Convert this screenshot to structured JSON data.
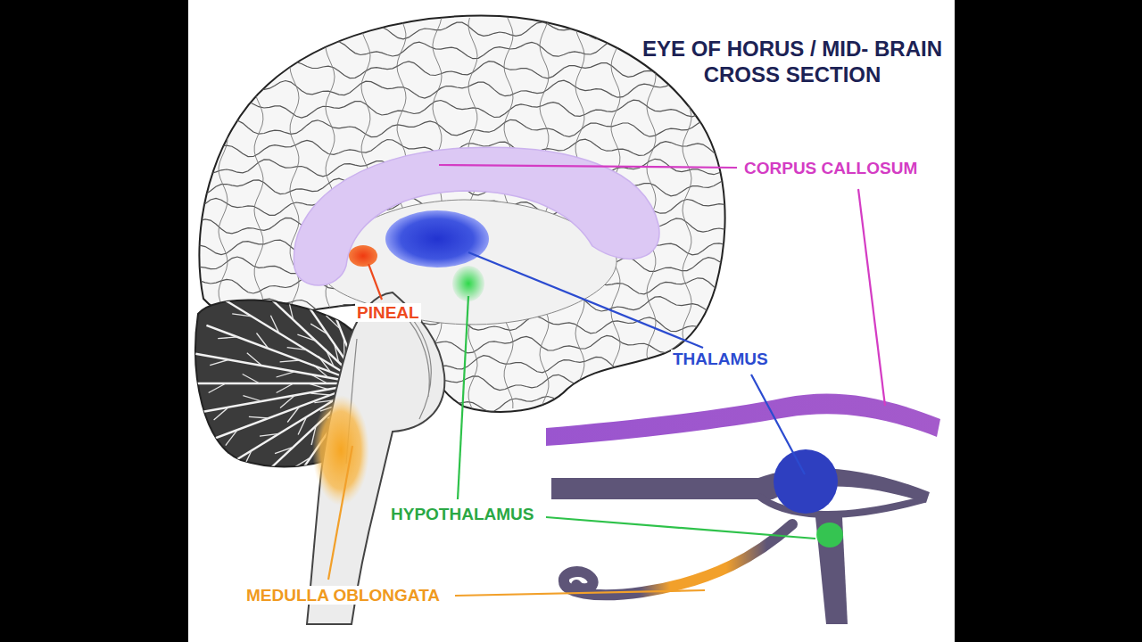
{
  "diagram": {
    "title": "EYE OF HORUS / MID- BRAIN CROSS SECTION",
    "labels": [
      "CORPUS CALLOSUM",
      "PINEAL",
      "THALAMUS",
      "HYPOTHALAMUS",
      "MEDULLA OBLONGATA"
    ]
  }
}
